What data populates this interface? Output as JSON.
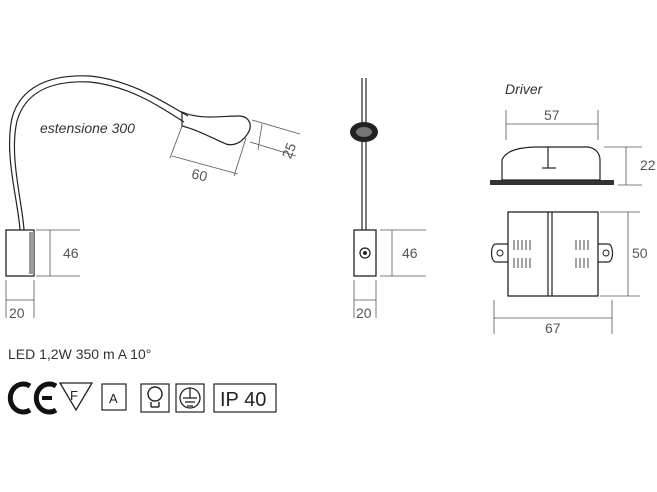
{
  "lamp_side": {
    "extension_label": "estensione 300",
    "dim_head_length": "60",
    "dim_head_height": "25",
    "dim_base_height": "46",
    "dim_base_width": "20"
  },
  "lamp_front": {
    "dim_base_height": "46",
    "dim_base_width": "20"
  },
  "driver": {
    "title": "Driver",
    "dim_top_width": "57",
    "dim_side_height": "22",
    "dim_plan_height": "50",
    "dim_plan_width": "67"
  },
  "specs": {
    "led_line": "LED 1,2W 350 m A 10°",
    "class_a_label": "A",
    "ip_rating": "IP 40"
  }
}
